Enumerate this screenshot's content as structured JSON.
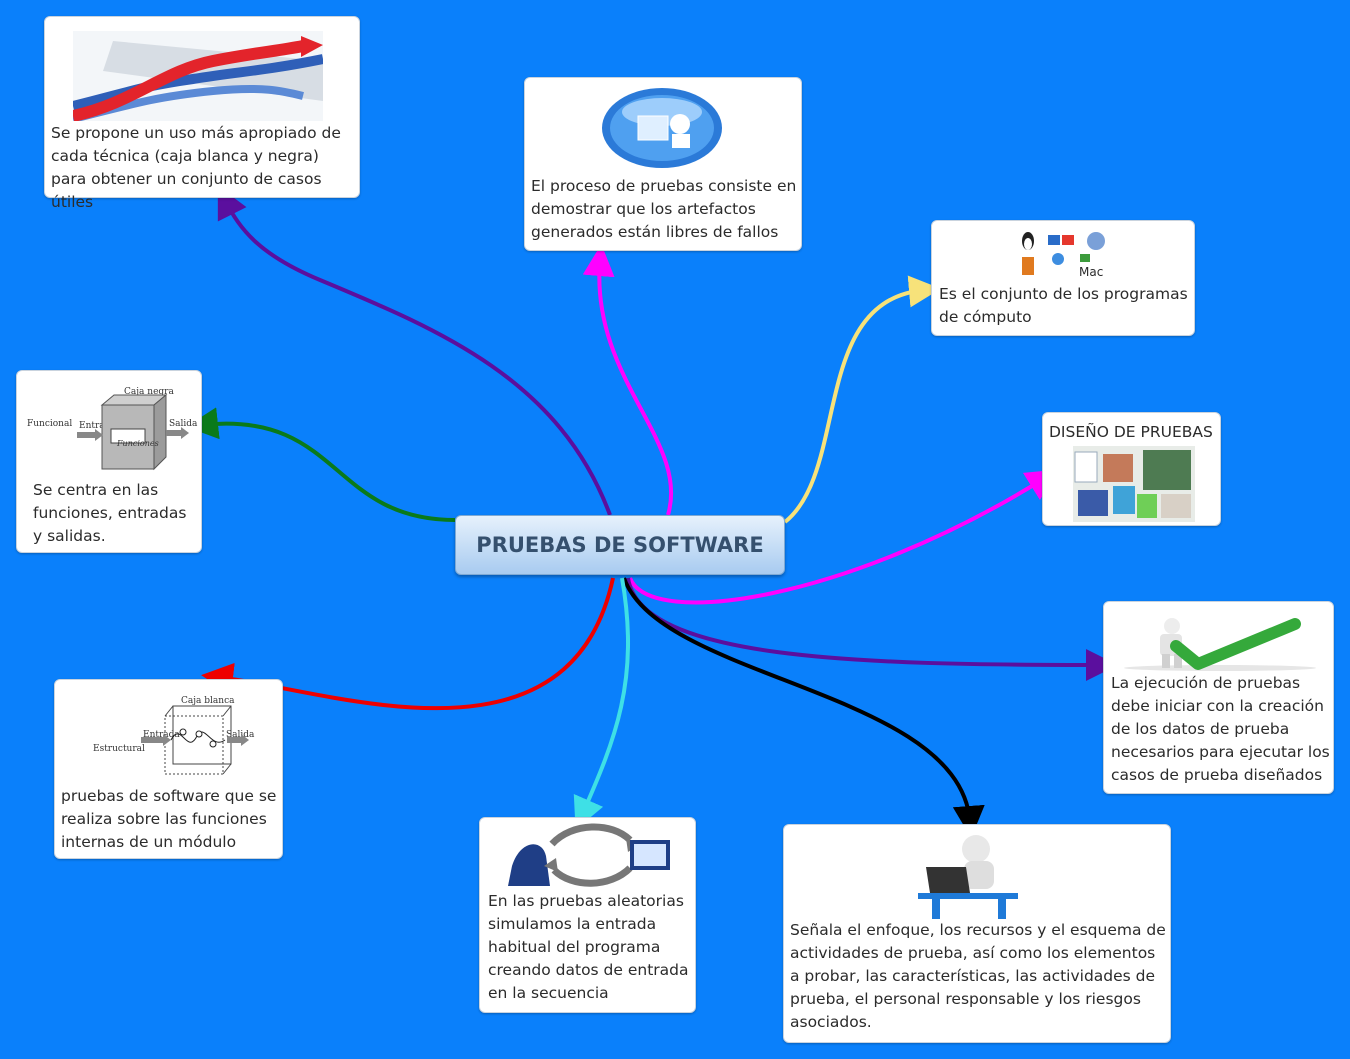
{
  "central": {
    "title": "PRUEBAS DE SOFTWARE"
  },
  "nodes": {
    "propuesta": {
      "text": "Se propone un uso más apropiado de cada técnica (caja blanca y negra) para obtener un conjunto de casos útiles"
    },
    "proceso": {
      "text": "El proceso de pruebas consiste en demostrar que los artefactos generados están libres de fallos"
    },
    "conjunto": {
      "text": "Es el conjunto de los programas de cómputo",
      "image_label_mac": "Mac"
    },
    "diseno": {
      "title": "DISEÑO DE PRUEBAS"
    },
    "ejecucion": {
      "text": "La ejecución de pruebas debe iniciar con la creación de los datos de prueba necesarios para ejecutar los casos de prueba diseñados"
    },
    "plan": {
      "text": "Señala el enfoque, los recursos y el esquema de actividades de prueba, así como los elementos a probar, las características, las actividades de prueba, el personal responsable y los riesgos asociados."
    },
    "aleatorias": {
      "text": "En las pruebas aleatorias simulamos la entrada habitual del programa creando datos de entrada en la secuencia"
    },
    "caja_blanca": {
      "text": "pruebas de software que se realiza sobre las funciones internas de un módulo",
      "diagram": {
        "title": "Caja blanca",
        "left": "Estructural",
        "in": "Entrada",
        "out": "Salida"
      }
    },
    "caja_negra": {
      "text": "Se centra en las funciones, entradas y salidas.",
      "diagram": {
        "title": "Caja negra",
        "left": "Funcional",
        "in": "Entrada",
        "out": "Salida",
        "box": "Funciones"
      }
    }
  },
  "link_colors": {
    "propuesta": "#5b0f9e",
    "proceso": "#ff00ff",
    "conjunto": "#f7e27a",
    "diseno": "#ff00ff",
    "ejecucion": "#5b0f9e",
    "plan": "#000000",
    "aleatorias": "#3ee0e6",
    "caja_blanca": "#ee0000",
    "caja_negra": "#0a7a1a"
  }
}
